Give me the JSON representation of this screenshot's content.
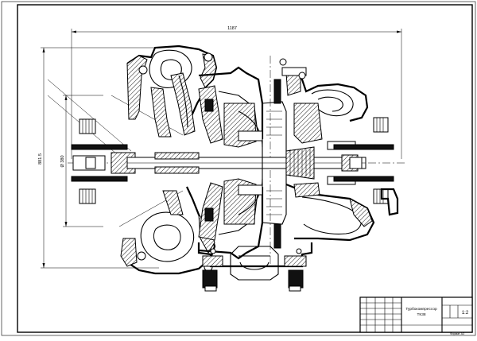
{
  "drawing": {
    "dimensions": {
      "overall_length": "1187",
      "overall_height": "881.5",
      "diameter": "Ø 380"
    },
    "title_block": {
      "title_line1": "Турбокомпрессор",
      "title_line2": "ТК38",
      "scale": "1:2",
      "sheet_label": "Формат А3"
    }
  }
}
